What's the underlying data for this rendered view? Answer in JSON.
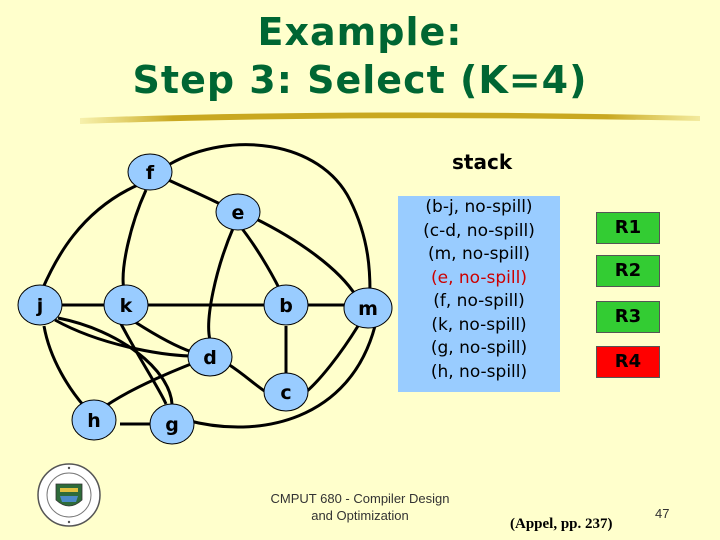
{
  "title": {
    "line1": "Example:",
    "line2": "Step 3: Select (K=4)"
  },
  "graph": {
    "nodes": {
      "f": "f",
      "e": "e",
      "j": "j",
      "k": "k",
      "b": "b",
      "m": "m",
      "d": "d",
      "c": "c",
      "h": "h",
      "g": "g"
    }
  },
  "stack": {
    "label": "stack",
    "items": [
      {
        "text": "(b-j, no-spill)"
      },
      {
        "text": "(c-d, no-spill)"
      },
      {
        "text": "(m, no-spill)"
      },
      {
        "text": "(e, no-spill)"
      },
      {
        "text": "(f, no-spill)"
      },
      {
        "text": "(k, no-spill)"
      },
      {
        "text": "(g, no-spill)"
      },
      {
        "text": "(h, no-spill)"
      }
    ],
    "highlight_index": 3,
    "highlight_color": "#cc0000"
  },
  "registers": [
    {
      "label": "R1",
      "color": "#33cc33"
    },
    {
      "label": "R2",
      "color": "#33cc33"
    },
    {
      "label": "R3",
      "color": "#33cc33"
    },
    {
      "label": "R4",
      "color": "#ff0000"
    }
  ],
  "footer": {
    "line1": "CMPUT 680 - Compiler Design",
    "line2": "and Optimization"
  },
  "citation": "(Appel, pp. 237)",
  "page_number": "47",
  "colors": {
    "background": "#ffffcc",
    "title": "#006633",
    "node_fill": "#99ccff",
    "stack_fill": "#99ccff"
  }
}
